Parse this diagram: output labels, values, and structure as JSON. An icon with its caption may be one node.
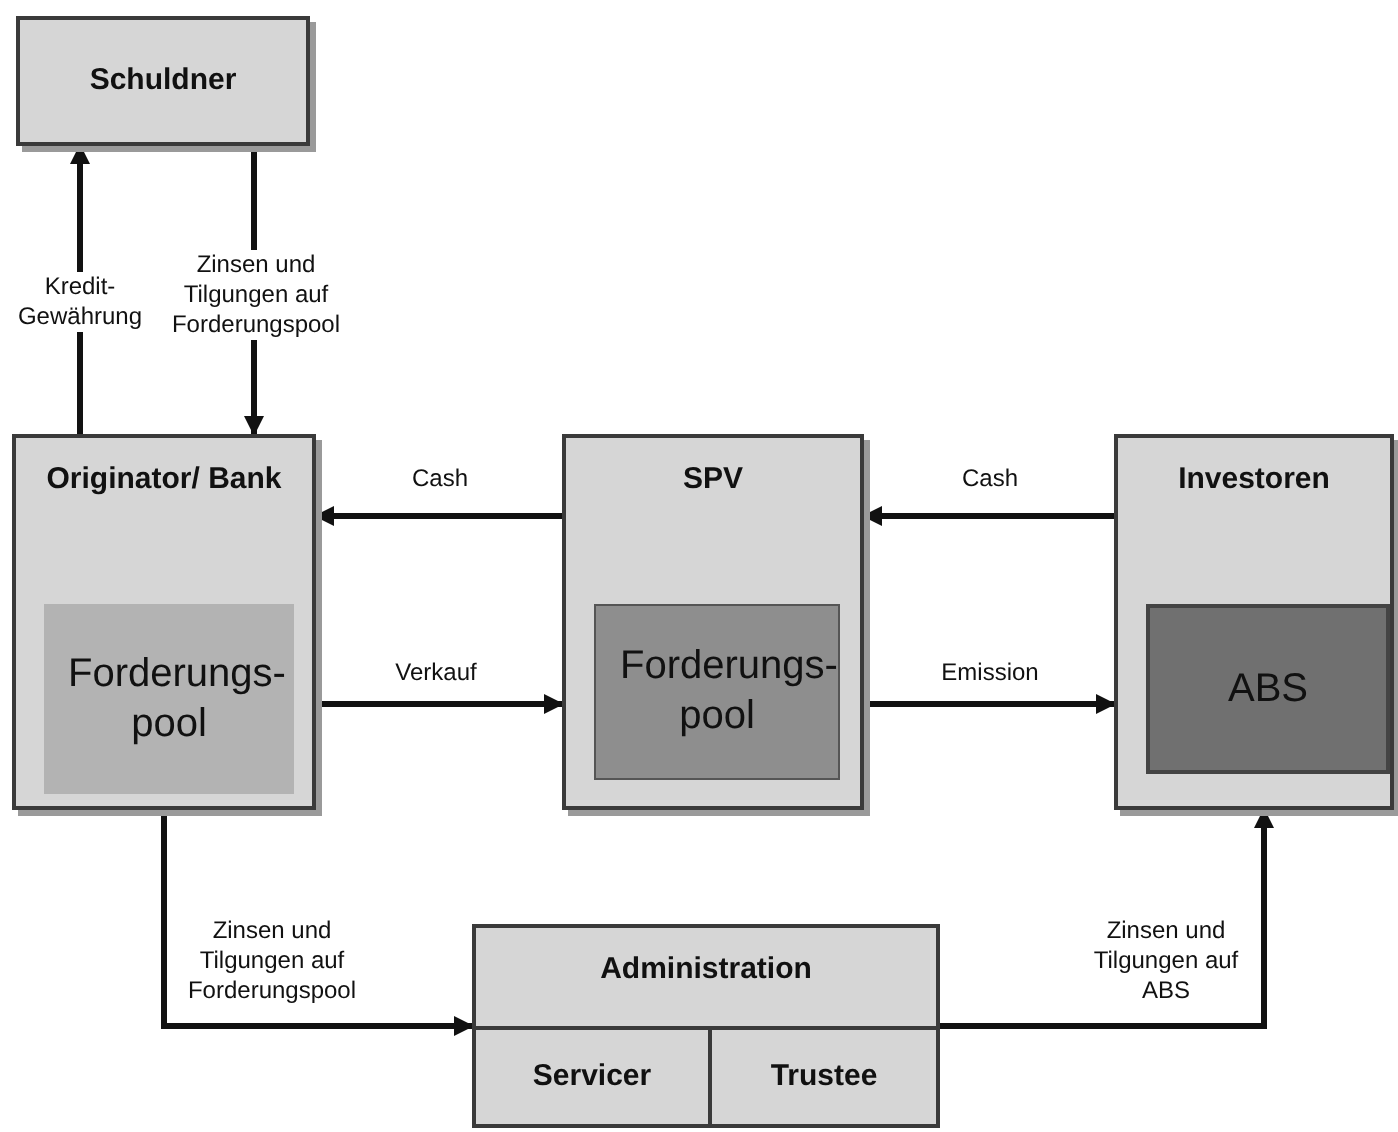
{
  "diagram": {
    "nodes": [
      {
        "text": [
          "Schuldner"
        ]
      },
      {
        "text": [
          "Originator/ Bank"
        ]
      },
      {
        "text": [
          "Forderungs-pool"
        ],
        "in": 1
      },
      {
        "text": [
          "SPV"
        ]
      },
      {
        "text": [
          "Forderungs-pool"
        ],
        "in": 3
      },
      {
        "text": [
          "Investoren"
        ]
      },
      {
        "text": [
          "ABS"
        ],
        "in": 5
      },
      {
        "text": [
          "Administration"
        ]
      },
      {
        "text": [
          "Servicer"
        ],
        "in": 7
      },
      {
        "text": [
          "Trustee"
        ],
        "in": 7
      }
    ],
    "edges": [
      {
        "from": 1,
        "to": 0,
        "arrow": "to",
        "label": "Kredit-Gewährung"
      },
      {
        "from": 0,
        "to": 1,
        "arrow": "to",
        "label": "Zinsen und Tilgungen auf Forderungspool"
      },
      {
        "from": 3,
        "to": 1,
        "arrow": "to",
        "label": "Cash"
      },
      {
        "from": 5,
        "to": 3,
        "arrow": "to",
        "label": "Cash"
      },
      {
        "from": 1,
        "to": 3,
        "arrow": "to",
        "label": "Verkauf"
      },
      {
        "from": 3,
        "to": 5,
        "arrow": "to",
        "label": "Emission"
      },
      {
        "from": 1,
        "to": 7,
        "arrow": "to",
        "label": "Zinsen und Tilgungen auf Forderungspool"
      },
      {
        "from": 7,
        "to": 5,
        "arrow": "to",
        "label": "Zinsen und Tilgungen auf ABS"
      }
    ]
  }
}
